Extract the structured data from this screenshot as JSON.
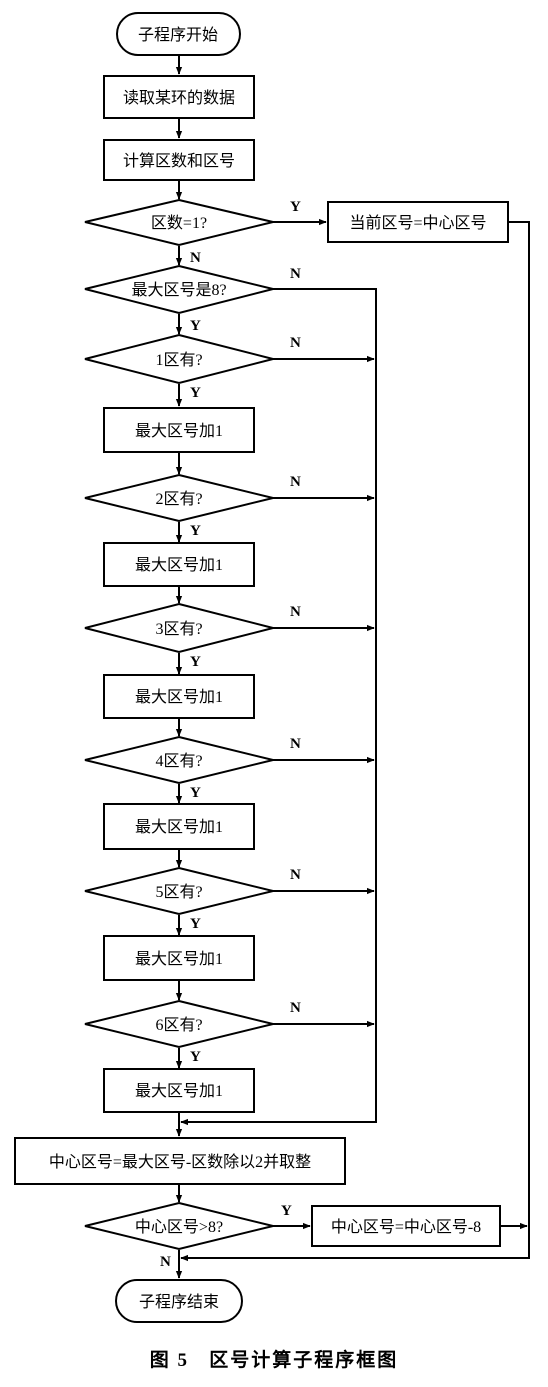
{
  "flowchart": {
    "start": "子程序开始",
    "read": "读取某环的数据",
    "compute": "计算区数和区号",
    "cond_count": "区数=1?",
    "set_current": "当前区号=中心区号",
    "cond_max8": "最大区号是8?",
    "cond_1": "1区有?",
    "cond_2": "2区有?",
    "cond_3": "3区有?",
    "cond_4": "4区有?",
    "cond_5": "5区有?",
    "cond_6": "6区有?",
    "inc_max": "最大区号加1",
    "center_calc": "中心区号=最大区号-区数除以2并取整",
    "cond_center": "中心区号>8?",
    "center_sub": "中心区号=中心区号-8",
    "end": "子程序结束",
    "yes": "Y",
    "no": "N"
  },
  "caption": "图 5   区号计算子程序框图"
}
